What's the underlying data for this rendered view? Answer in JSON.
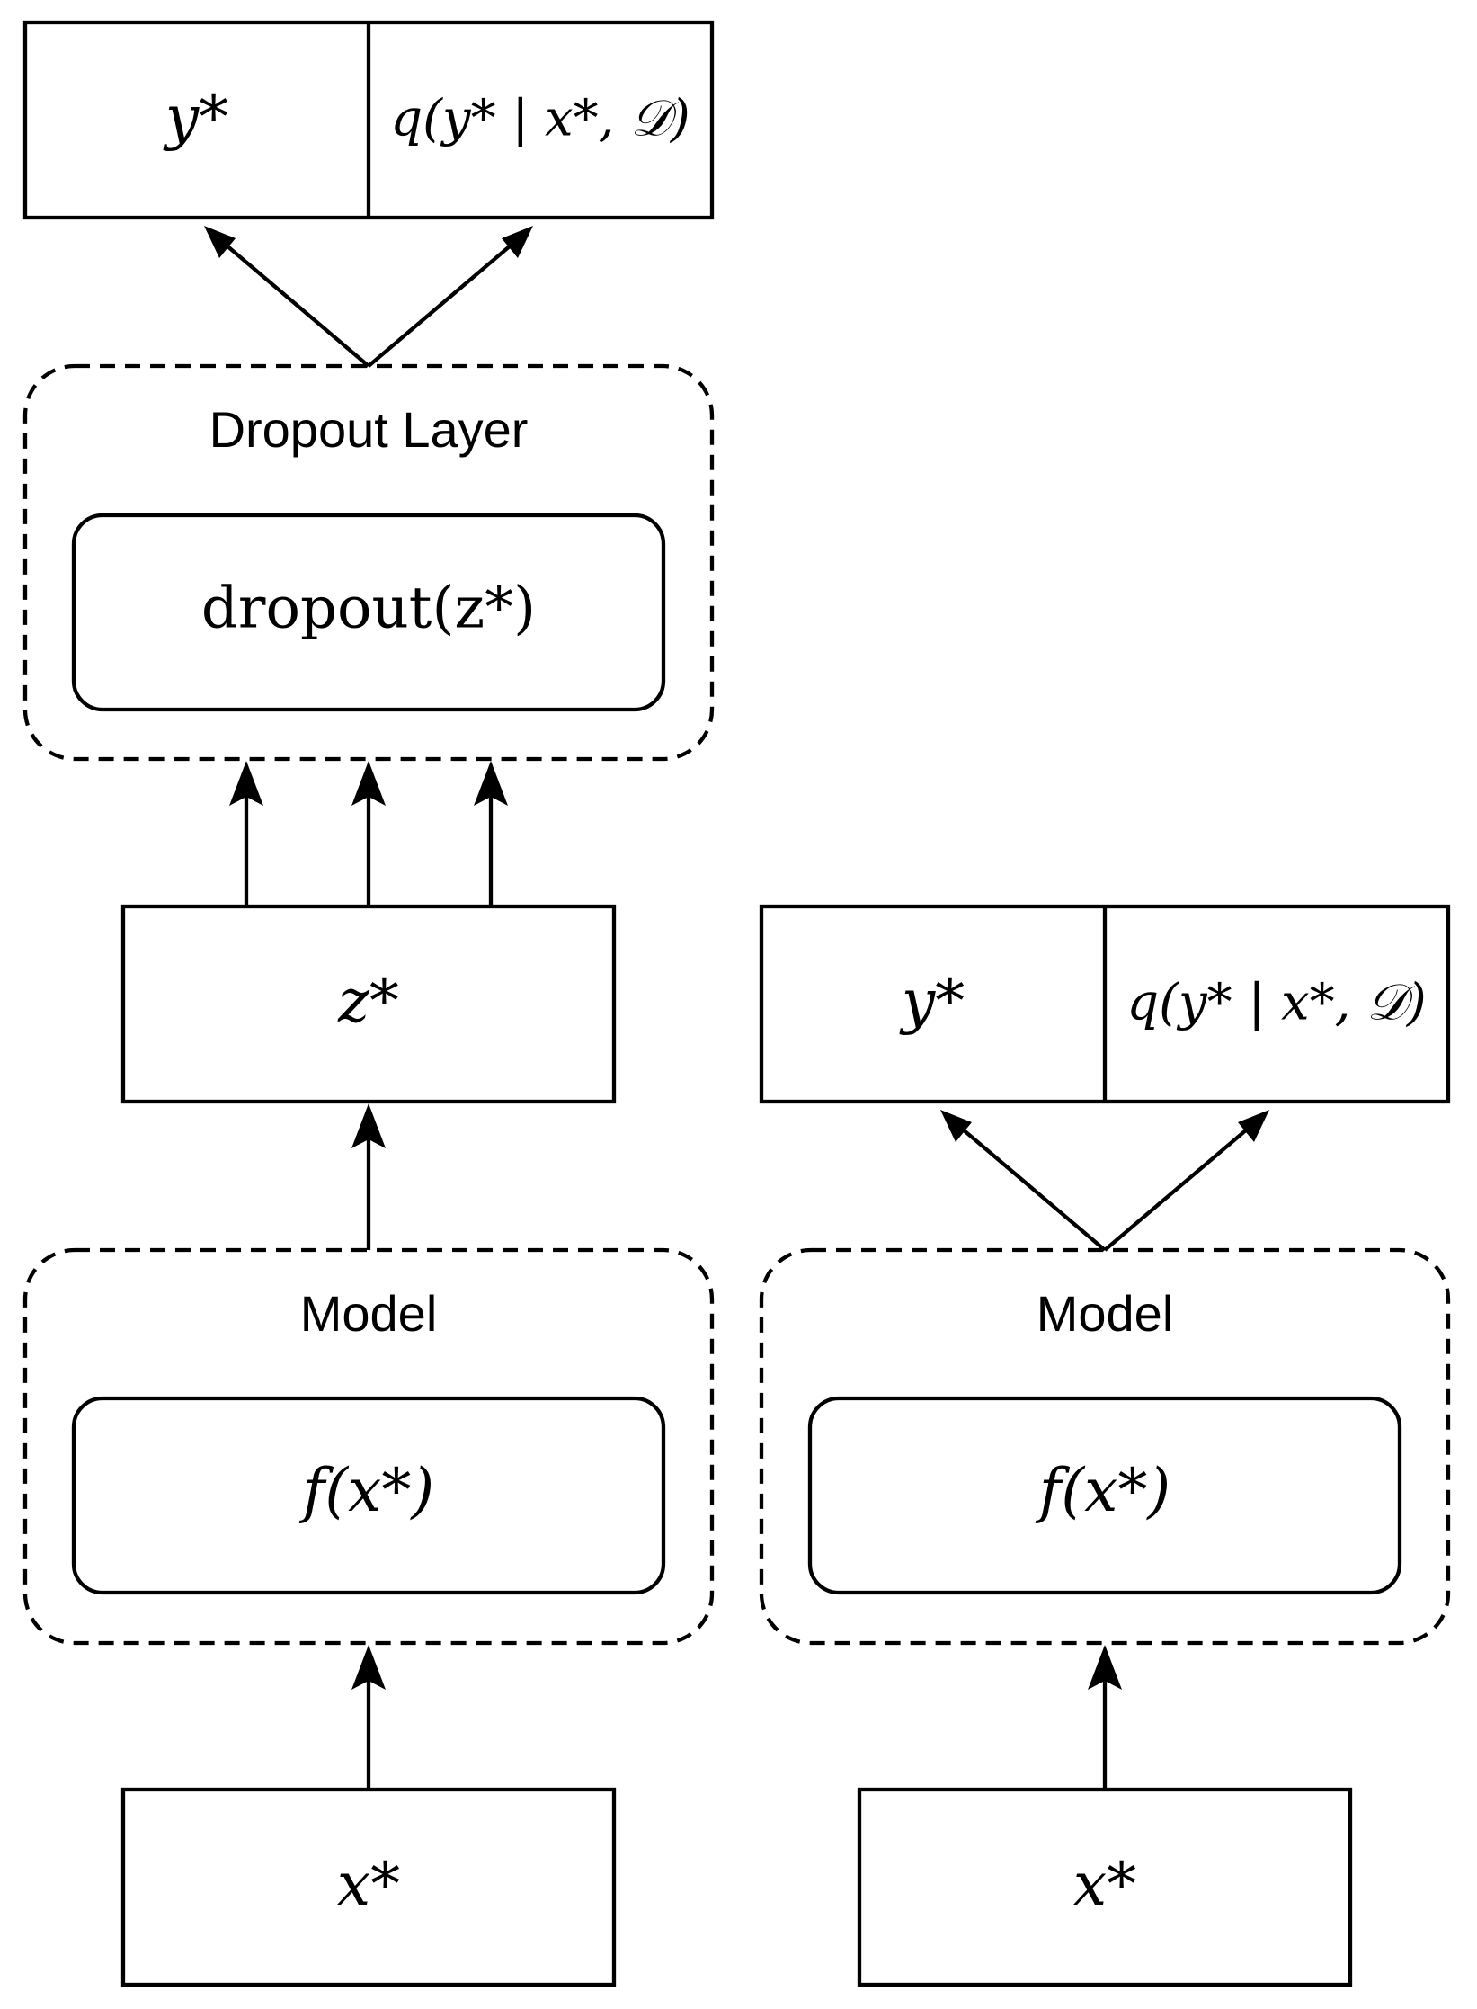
{
  "left": {
    "output": {
      "pred": "y*",
      "prob": "q(y* | x*, 𝒟)"
    },
    "dropout": {
      "title": "Dropout Layer",
      "func": "dropout(z*)"
    },
    "latent": "z*",
    "model": {
      "title": "Model",
      "func": "f(x*)"
    },
    "input": "x*"
  },
  "right": {
    "output": {
      "pred": "y*",
      "prob": "q(y* | x*, 𝒟)"
    },
    "model": {
      "title": "Model",
      "func": "f(x*)"
    },
    "input": "x*"
  }
}
